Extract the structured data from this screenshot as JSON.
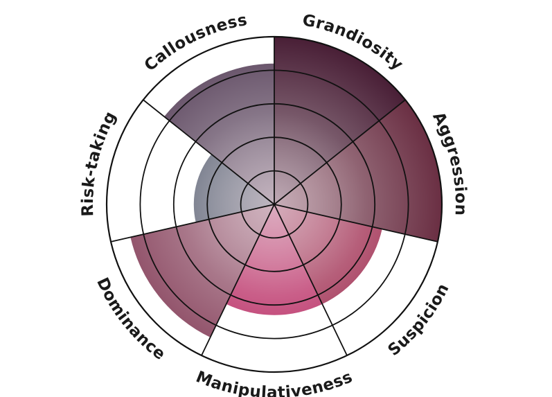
{
  "chart_data": {
    "type": "polar-area",
    "title": "",
    "rings": 5,
    "rlim": [
      0,
      5
    ],
    "categories": [
      "Grandiosity",
      "Aggression",
      "Suspicion",
      "Manipulativeness",
      "Dominance",
      "Risk-taking",
      "Callousness"
    ],
    "values": [
      5,
      5,
      3.3,
      3.3,
      4.4,
      2.4,
      4.2
    ],
    "colors": {
      "Grandiosity": "#4a2037",
      "Aggression": "#6b3044",
      "Suspicion": "#9e2a4e",
      "Manipulativeness": "#b82a62",
      "Dominance": "#8c4a63",
      "Risk-taking": "#4a5165",
      "Callousness": "#5e4860"
    },
    "center_glow": "#e6d7de",
    "grid_color": "#111111"
  }
}
